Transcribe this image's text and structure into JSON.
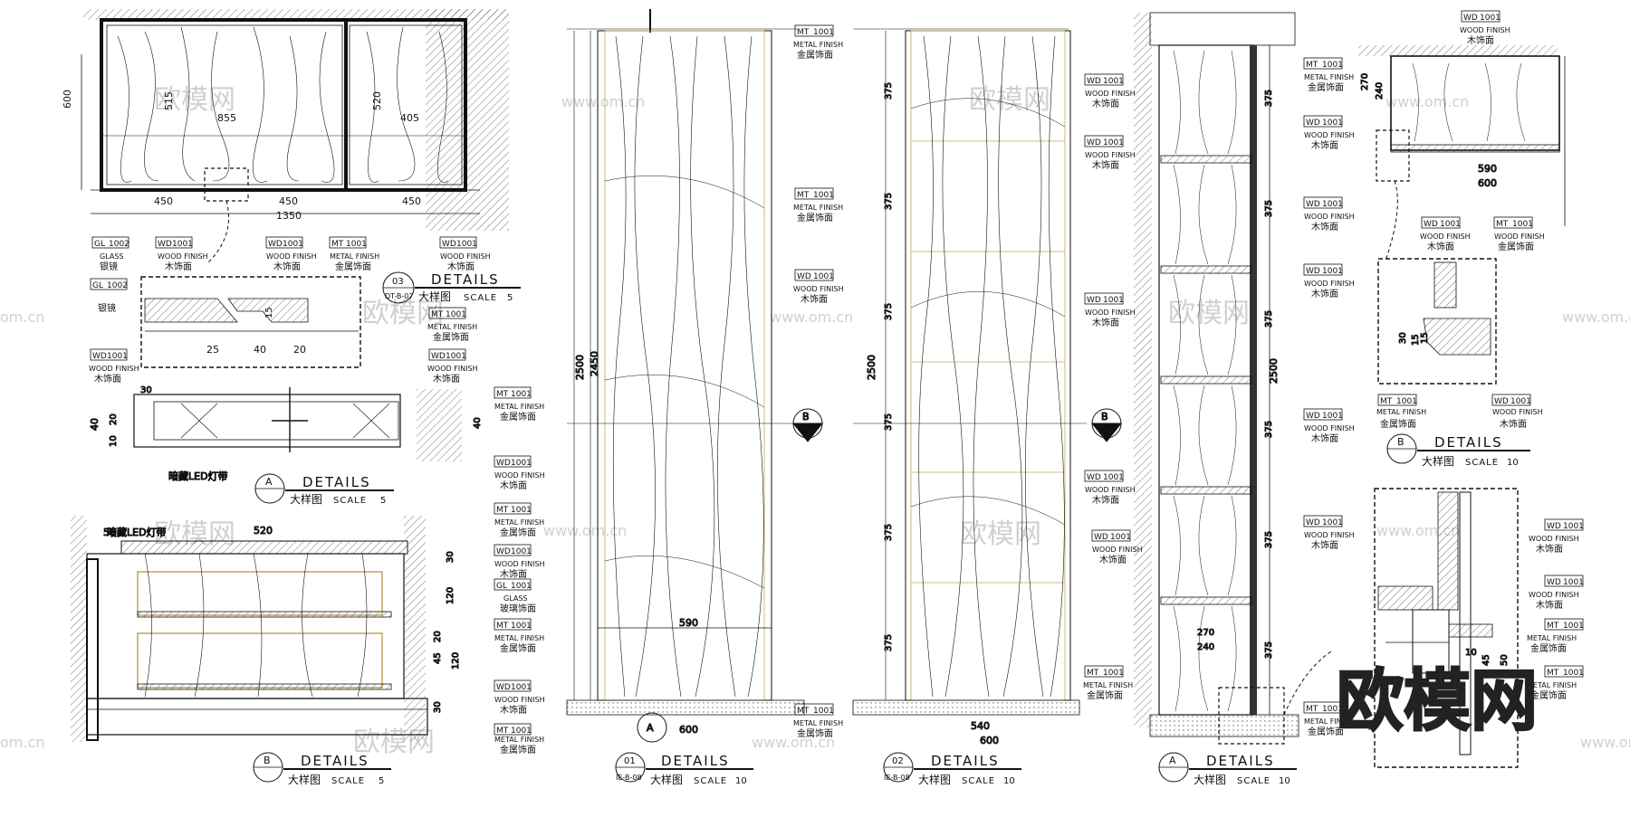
{
  "tags": {
    "mt": "MT",
    "wd": "WD",
    "gl": "GL",
    "n1001": "1001",
    "n1002": "1002",
    "metal_en": "METAL FINISH",
    "metal_cn": "金属饰面",
    "wood_en": "WOOD FINISH",
    "wood_cn": "木饰面",
    "glass_en": "GLASS",
    "mirror_cn": "银镜",
    "glass_cn": "玻璃饰面",
    "led": "暗藏LED灯带"
  },
  "details": {
    "word": "DETAILS",
    "cn": "大样图",
    "scale_word": "SCALE",
    "scale5": "5",
    "scale10": "10",
    "tag_a": "A",
    "tag_b": "B",
    "tag_01": "01",
    "tag_02": "02",
    "tag_03": "03",
    "ref_e08": "IE-B-08",
    "ref_d07": "DT-B-07"
  },
  "dims": {
    "d600": "600",
    "d515": "515",
    "d520": "520",
    "d855": "855",
    "d405": "405",
    "d450": "450",
    "d1350": "1350",
    "d25": "25",
    "d40": "40",
    "d20": "20",
    "d15": "15",
    "d30": "30",
    "d10": "10",
    "d50": "50",
    "d120": "120",
    "d45": "45",
    "d2500": "2500",
    "d2450": "2450",
    "d590": "590",
    "d375": "375",
    "d540": "540",
    "d270": "270",
    "d240": "240"
  },
  "watermark": {
    "cn": "欧模网",
    "url": "www.om.cn",
    "url2": "om.cn"
  }
}
